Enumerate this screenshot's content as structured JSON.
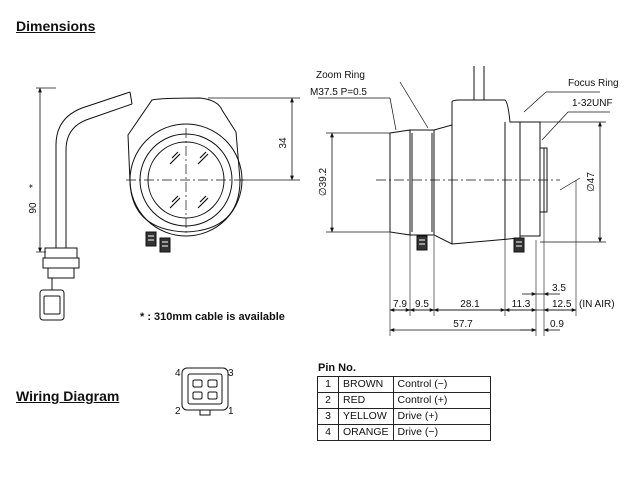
{
  "headings": {
    "dimensions": "Dimensions",
    "wiring": "Wiring Diagram"
  },
  "labels": {
    "zoom_ring": "Zoom Ring",
    "zoom_thread": "M37.5 P=0.5",
    "focus_ring": "Focus Ring",
    "focus_thread": "1-32UNF",
    "in_air": "(IN AIR)"
  },
  "dims": {
    "d34": "34",
    "d90": "90",
    "d90_mark": "*",
    "dia392": "∅39.2",
    "dia47": "∅47",
    "d79": "7.9",
    "d95": "9.5",
    "d281": "28.1",
    "d113": "11.3",
    "d35": "3.5",
    "d125": "12.5",
    "d577": "57.7",
    "d09": "0.9"
  },
  "note": "* : 310mm cable is available",
  "connector_pins": {
    "p1": "1",
    "p2": "2",
    "p3": "3",
    "p4": "4"
  },
  "pin_table": {
    "title": "Pin No.",
    "rows": [
      {
        "no": "1",
        "color": "BROWN",
        "function": "Control (−)"
      },
      {
        "no": "2",
        "color": "RED",
        "function": "Control (+)"
      },
      {
        "no": "3",
        "color": "YELLOW",
        "function": "Drive (+)"
      },
      {
        "no": "4",
        "color": "ORANGE",
        "function": "Drive (−)"
      }
    ]
  }
}
